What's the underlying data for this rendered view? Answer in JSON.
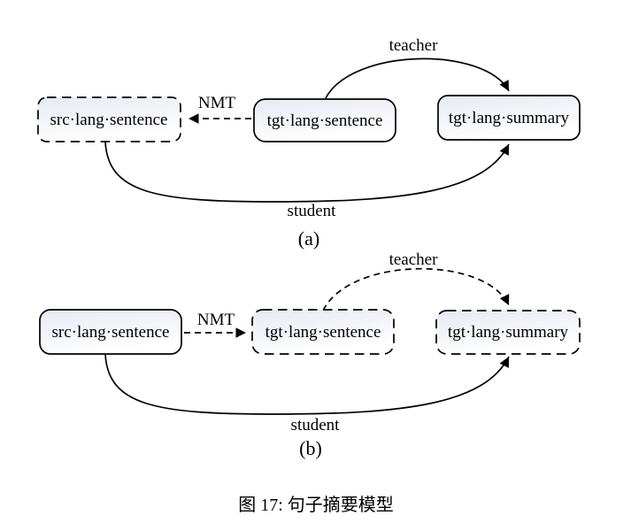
{
  "figure": {
    "caption": "图 17: 句子摘要模型",
    "background": "#ffffff",
    "stroke_color": "#000000",
    "box_fill_top": "#e6eaf4",
    "box_fill_bottom": "#ffffff",
    "panel_a": {
      "label": "(a)",
      "box_src": "src·lang·sentence",
      "box_tgt_sentence": "tgt·lang·sentence",
      "box_tgt_summary": "tgt·lang·summary",
      "edge_nmt": "NMT",
      "edge_teacher": "teacher",
      "edge_student": "student"
    },
    "panel_b": {
      "label": "(b)",
      "box_src": "src·lang·sentence",
      "box_tgt_sentence": "tgt·lang·sentence",
      "box_tgt_summary": "tgt·lang·summary",
      "edge_nmt": "NMT",
      "edge_teacher": "teacher",
      "edge_student": "student"
    }
  }
}
